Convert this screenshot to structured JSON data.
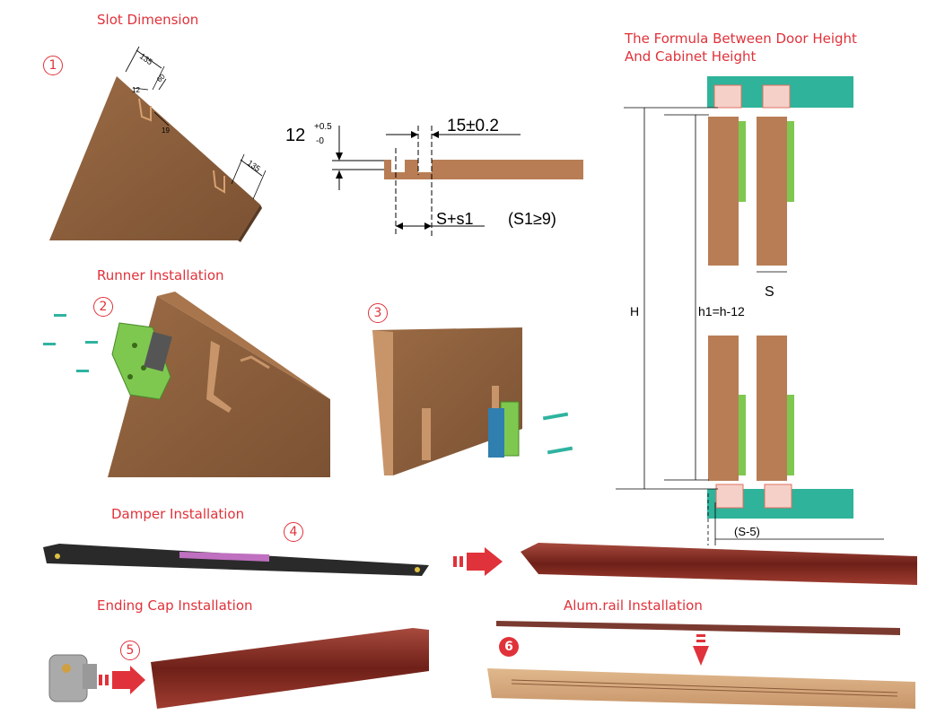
{
  "titles": {
    "slot": "Slot Dimension",
    "runner": "Runner Installation",
    "formula_line1": "The Formula Between Door Height",
    "formula_line2": "And Cabinet Height",
    "damper": "Damper Installation",
    "cap": "Ending Cap Installation",
    "alum": "Alum.rail Installation"
  },
  "steps": {
    "s1": "1",
    "s2": "2",
    "s3": "3",
    "s4": "4",
    "s5": "5",
    "s6": "6"
  },
  "slot_dims": {
    "d1": "135",
    "d2": "60",
    "d3": "12",
    "d4": "19",
    "d5": "135"
  },
  "section": {
    "depth_main": "12",
    "depth_plus": "+0.5",
    "depth_minus": "-0",
    "width": "15±0.2",
    "spacing": "S+s1",
    "condition": "(S1≥9)"
  },
  "formula": {
    "H": "H",
    "h1": "h1=h-12",
    "S": "S",
    "offset": "(S-5)"
  },
  "colors": {
    "accent": "#e0323a",
    "wood": "#b87d55",
    "wood_dark": "#7a5234",
    "green": "#2fb39a",
    "rail": "#7a2a22",
    "plate": "#7ec850"
  }
}
